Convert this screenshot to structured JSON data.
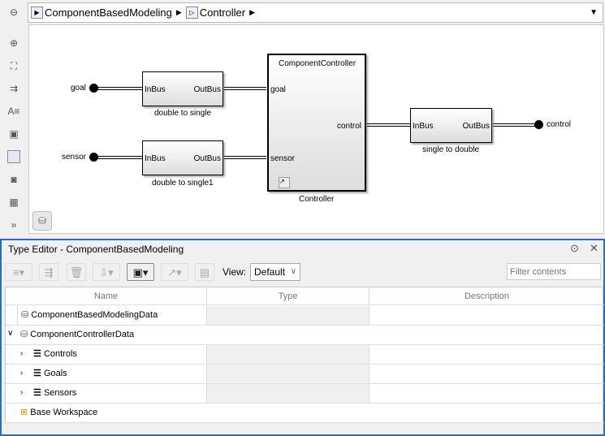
{
  "breadcrumb": {
    "items": [
      "ComponentBasedModeling",
      "Controller"
    ]
  },
  "left_toolbar": {
    "icons": [
      "back-icon",
      "zoom-icon",
      "fit-view-icon",
      "signal-arrow-icon",
      "annotation-icon",
      "image-icon",
      "rectangle-icon",
      "camera-icon",
      "library-icon",
      "more-icon"
    ]
  },
  "diagram": {
    "inports": [
      "goal",
      "sensor"
    ],
    "outport": "control",
    "blocks": [
      {
        "name": "double to single",
        "in": "InBus",
        "out": "OutBus"
      },
      {
        "name": "double to single1",
        "in": "InBus",
        "out": "OutBus"
      },
      {
        "name": "Controller",
        "title": "ComponentController",
        "ports_in": [
          "goal",
          "sensor"
        ],
        "port_out": "control"
      },
      {
        "name": "single to double",
        "in": "InBus",
        "out": "OutBus"
      }
    ]
  },
  "type_editor": {
    "title": "Type Editor - ComponentBasedModeling",
    "view_label": "View:",
    "view_value": "Default",
    "filter_placeholder": "Filter contents",
    "columns": [
      "Name",
      "Type",
      "Description"
    ],
    "rows": [
      {
        "name": "ComponentBasedModelingData",
        "icon": "database-icon"
      },
      {
        "name": "ComponentControllerData",
        "icon": "database-icon",
        "expanded": true
      },
      {
        "name": "Controls",
        "icon": "bus-icon"
      },
      {
        "name": "Goals",
        "icon": "bus-icon"
      },
      {
        "name": "Sensors",
        "icon": "bus-icon"
      },
      {
        "name": "Base Workspace",
        "icon": "workspace-icon"
      }
    ]
  },
  "colors": {
    "panel_border": "#2a6fb0"
  }
}
